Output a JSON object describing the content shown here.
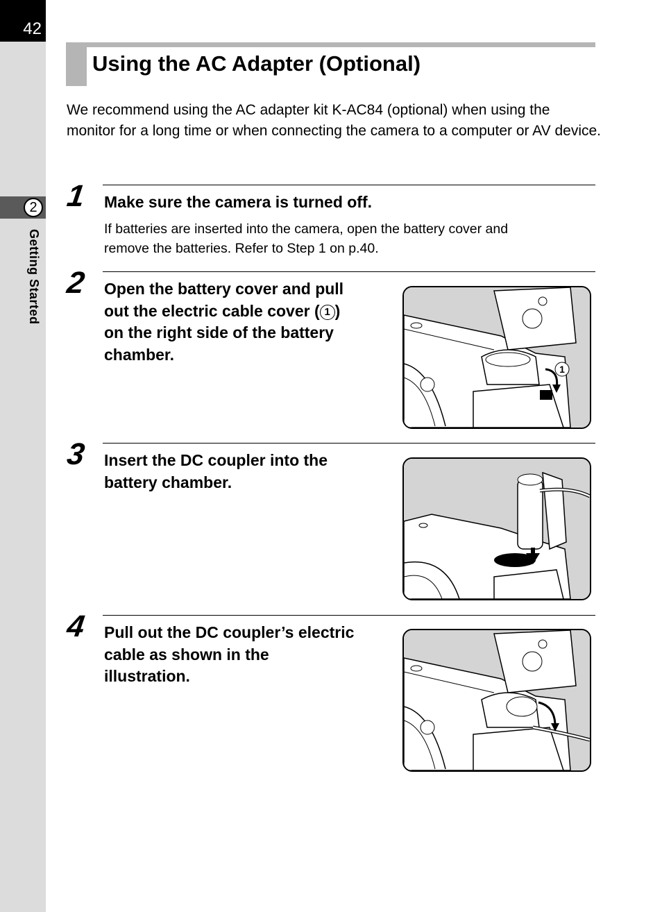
{
  "page": {
    "number": "42"
  },
  "chapter": {
    "number": "2",
    "name": "Getting Started"
  },
  "section": {
    "title": "Using the AC Adapter (Optional)"
  },
  "intro": "We recommend using the AC adapter kit K-AC84 (optional) when using the monitor for a long time or when connecting the camera to a computer or AV device.",
  "steps": [
    {
      "number": "1",
      "heading": "Make sure the camera is turned off.",
      "body_line1": "If batteries are inserted into the camera, open the battery cover and",
      "body_line2": "remove the batteries. Refer to Step 1 on p.40."
    },
    {
      "number": "2",
      "line1": "Open the battery cover and pull",
      "line2_pre": "out the electric cable cover (",
      "marker": "1",
      "line2_post": ")",
      "line3": "on the right side of the battery",
      "line4": "chamber.",
      "illustration_callout": "1"
    },
    {
      "number": "3",
      "line1": "Insert the DC coupler into the",
      "line2": "battery chamber."
    },
    {
      "number": "4",
      "line1": "Pull out the DC coupler’s electric",
      "line2": "cable as shown in the",
      "line3": "illustration."
    }
  ]
}
